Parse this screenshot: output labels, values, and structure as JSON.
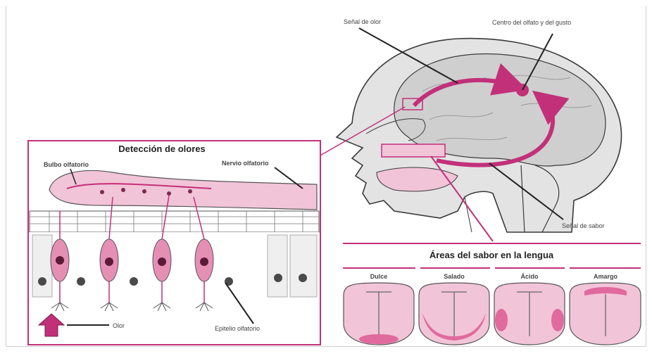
{
  "head_labels": {
    "smell_signal": "Señal de olor",
    "smell_taste_center": "Centro del olfato y del gusto",
    "taste_signal": "Señal de sabor"
  },
  "smell_panel": {
    "title": "Detección de olores",
    "olfactory_bulb": "Bulbo olfatorio",
    "olfactory_nerve": "Nervio olfatorio",
    "odor": "Olor",
    "olfactory_epithelium": "Epitelio olfatorio"
  },
  "taste_panel": {
    "title": "Áreas del sabor en la lengua",
    "tastes": [
      "Dulce",
      "Salado",
      "Ácido",
      "Amargo"
    ]
  },
  "colors": {
    "accent": "#c2307a",
    "light_pink": "#f2c4d8",
    "mid_pink": "#e58fb4",
    "gray": "#dcdcdc",
    "dark": "#2a2a2a"
  }
}
